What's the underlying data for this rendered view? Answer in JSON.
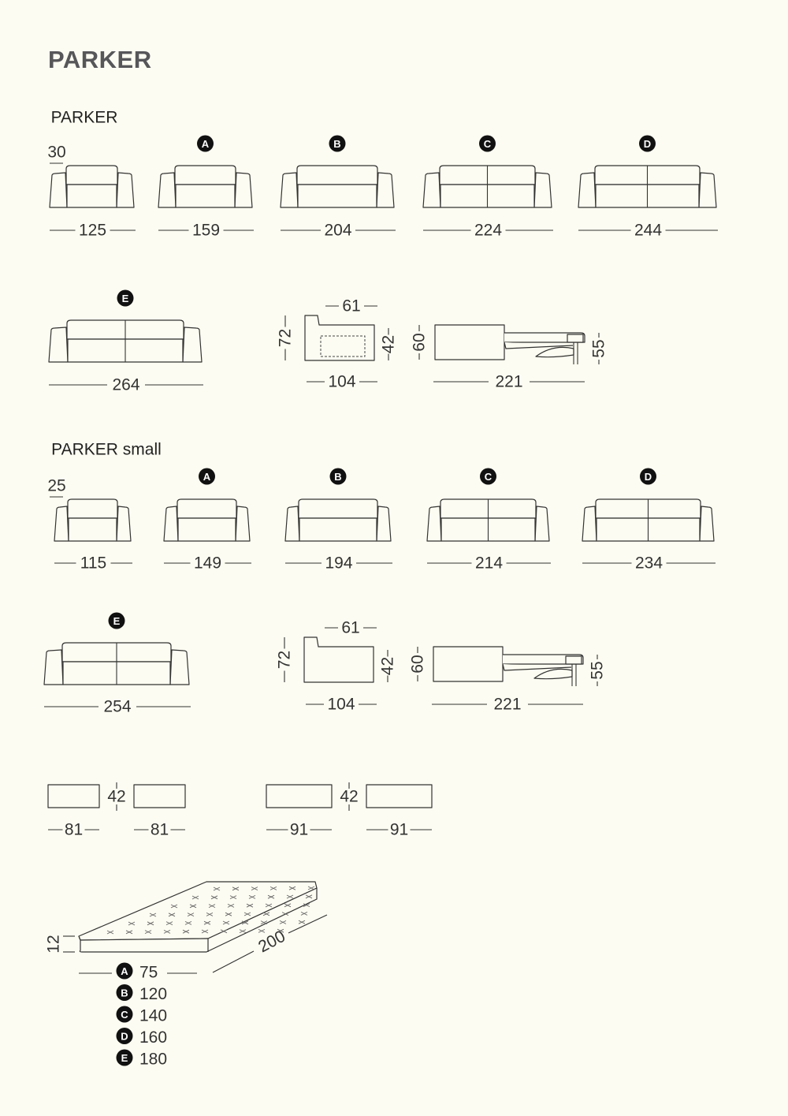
{
  "title": "PARKER",
  "sections": [
    {
      "name": "PARKER",
      "arm_width": "30",
      "sofas": [
        {
          "badge": "",
          "width": "125"
        },
        {
          "badge": "A",
          "width": "159"
        },
        {
          "badge": "B",
          "width": "204"
        },
        {
          "badge": "C",
          "width": "224"
        },
        {
          "badge": "D",
          "width": "244"
        },
        {
          "badge": "E",
          "width": "264"
        }
      ],
      "side": {
        "depth": "104",
        "height": "72",
        "seat_height": "42",
        "arm_depth": "61"
      },
      "bed": {
        "length": "221",
        "height": "60",
        "bed_height": "55"
      }
    },
    {
      "name": "PARKER small",
      "arm_width": "25",
      "sofas": [
        {
          "badge": "",
          "width": "115"
        },
        {
          "badge": "A",
          "width": "149"
        },
        {
          "badge": "B",
          "width": "194"
        },
        {
          "badge": "C",
          "width": "214"
        },
        {
          "badge": "D",
          "width": "234"
        },
        {
          "badge": "E",
          "width": "254"
        }
      ],
      "side": {
        "depth": "104",
        "height": "72",
        "seat_height": "42",
        "arm_depth": "61"
      },
      "bed": {
        "length": "221",
        "height": "60",
        "bed_height": "55"
      }
    }
  ],
  "poufs": [
    {
      "width": "81",
      "height": "42"
    },
    {
      "width": "81",
      "height": ""
    },
    {
      "width": "91",
      "height": "42"
    },
    {
      "width": "91",
      "height": ""
    }
  ],
  "mattress": {
    "thickness": "12",
    "length": "200",
    "widths": [
      {
        "badge": "A",
        "value": "75"
      },
      {
        "badge": "B",
        "value": "120"
      },
      {
        "badge": "C",
        "value": "140"
      },
      {
        "badge": "D",
        "value": "160"
      },
      {
        "badge": "E",
        "value": "180"
      }
    ]
  }
}
